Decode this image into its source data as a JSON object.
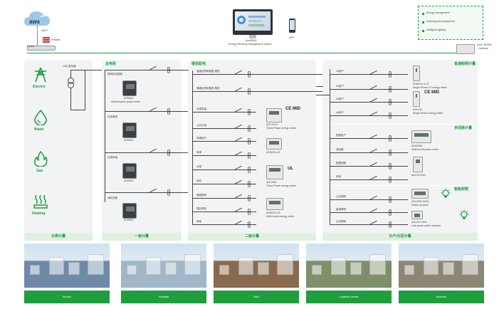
{
  "top": {
    "aws": "aws",
    "mqtt": "MQTT",
    "firewall": "Firewall",
    "switch": "Switch",
    "ems_title": "AcrelEMS",
    "ems_subtitle": "Energy Efficiency Management System",
    "app": "APP",
    "gateway_name": "Acrel 3E3SM",
    "gateway_sub": "Gateway",
    "features": [
      "Energy management",
      "Metering and prepayment",
      "Intelligent lighting"
    ]
  },
  "left": {
    "transformer": "10kV变压器",
    "utilities": [
      "Electric",
      "Water",
      "Gas",
      "Heating"
    ],
    "footer": "分类计量"
  },
  "p1": {
    "header": "总电柜",
    "branches": [
      "照明用电插座",
      "应急照明",
      "空调末端",
      "消防设备"
    ],
    "meters": [
      {
        "model": "APM520",
        "desc": "Multi-function power meter"
      },
      {
        "model": "APM520",
        "desc": ""
      },
      {
        "model": "APM520",
        "desc": ""
      },
      {
        "model": "APM520",
        "desc": ""
      }
    ],
    "footer": "一级计量"
  },
  "p2": {
    "header": "楼层配电",
    "branches": [
      "通道区照明插座-楼层",
      "通道区照明插座-楼层",
      "空调末端",
      "公共区域",
      "电梯用户",
      "电梯",
      "水泵",
      "风机",
      "道路照明",
      "园区照明",
      "其他"
    ],
    "mid_badge": "CE MID",
    "ul_badge": "UL",
    "meters": [
      {
        "model": "ADL400-D",
        "desc": "Three-Phase energy meter"
      },
      {
        "model": "ADW300-4G",
        "desc": ""
      },
      {
        "model": "ADL3000",
        "desc": "Three-Phase energy meter"
      },
      {
        "model": "ADW210-4S",
        "desc": "Multi circuit energy meter"
      }
    ],
    "footer": "二级计量"
  },
  "p3": {
    "header1": "普通照明计量",
    "branches1": [
      "1#用户",
      "2#用户",
      "3#用户",
      "4#用户"
    ],
    "meters1": [
      {
        "model": "ADW210-4-4S",
        "desc": "Single-Phase KT energy meter"
      },
      {
        "model": "ADL100",
        "desc": "Single-Phase energy meter"
      }
    ],
    "mid_badge": "CE MID",
    "header2": "多回路计量",
    "branches2": [
      "配置用户",
      "多回路",
      "配置回路",
      "其他"
    ],
    "meters2": [
      {
        "model": "ADW300L",
        "desc": "Multi circuit power meter"
      },
      {
        "model": "ADL200-DIN",
        "desc": ""
      }
    ],
    "header3": "智能照明",
    "branches3": [
      "公区照明",
      "景观照明",
      "泛光照明"
    ],
    "meters3": [
      {
        "model": "ASL2260-S4/16",
        "desc": "Switch actuator"
      },
      {
        "model": "ASL100-SD/4",
        "desc": "Line power switch actuator"
      }
    ],
    "footer": "分户/分区计量"
  },
  "photos": [
    {
      "label": "School",
      "color": "#6f8aa8"
    },
    {
      "label": "Hospital",
      "color": "#9fb7c9"
    },
    {
      "label": "Mall",
      "color": "#8a6a4e"
    },
    {
      "label": "Logistics center",
      "color": "#7e8f6a"
    },
    {
      "label": "Industry",
      "color": "#8c8775"
    }
  ],
  "colors": {
    "green": "#1e9e3c",
    "panel": "#f2f3f4"
  }
}
